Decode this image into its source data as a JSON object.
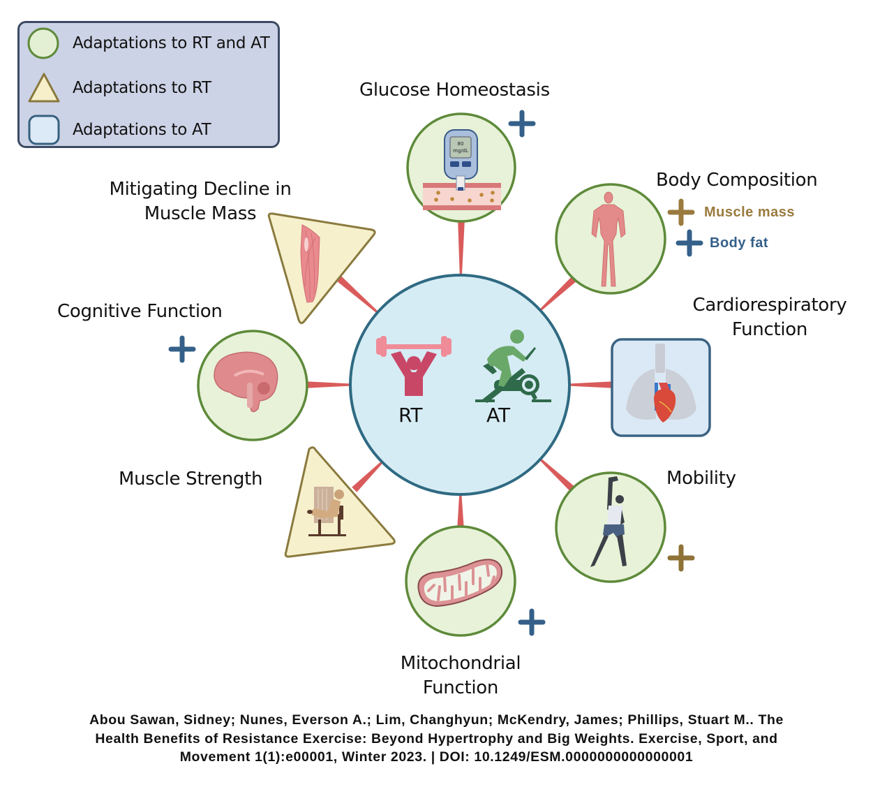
{
  "legend": {
    "items": [
      {
        "shape": "circle",
        "label": "Adaptations to RT and AT",
        "fill": "#e4f0d4",
        "stroke": "#5e8a3a"
      },
      {
        "shape": "triangle",
        "label": "Adaptations to RT",
        "fill": "#f6efca",
        "stroke": "#8a7a3e"
      },
      {
        "shape": "rounded-square",
        "label": "Adaptations to AT",
        "fill": "#dce9f6",
        "stroke": "#37607f"
      }
    ]
  },
  "center": {
    "rt_label": "RT",
    "at_label": "AT",
    "rt_icon": "weightlifter-icon",
    "at_icon": "stationary-bike-icon"
  },
  "nodes": [
    {
      "id": "glucose",
      "title": "Glucose Homeostasis",
      "shape": "circle",
      "icon": "glucometer-icon",
      "meter_value": "80",
      "meter_unit": "mg/dL",
      "indicators": [
        {
          "type": "plus",
          "color": "#346089"
        }
      ]
    },
    {
      "id": "body-composition",
      "title": "Body Composition",
      "shape": "circle",
      "icon": "muscular-body-icon",
      "indicators": [
        {
          "type": "plus",
          "color": "#9a7a3e",
          "label": "Muscle mass"
        },
        {
          "type": "plus",
          "color": "#346089",
          "label": "Body fat"
        }
      ]
    },
    {
      "id": "cardio",
      "title_line1": "Cardiorespiratory",
      "title_line2": "Function",
      "shape": "rounded-square",
      "icon": "heart-lungs-icon",
      "indicators": []
    },
    {
      "id": "mobility",
      "title": "Mobility",
      "shape": "circle",
      "icon": "stretching-woman-icon",
      "indicators": [
        {
          "type": "plus",
          "color": "#8e7236"
        }
      ]
    },
    {
      "id": "mitochondrial",
      "title_line1": "Mitochondrial",
      "title_line2": "Function",
      "shape": "circle",
      "icon": "mitochondrion-icon",
      "indicators": [
        {
          "type": "plus",
          "color": "#346089"
        }
      ]
    },
    {
      "id": "strength",
      "title": "Muscle Strength",
      "shape": "triangle",
      "icon": "leg-extension-machine-icon",
      "indicators": []
    },
    {
      "id": "cognitive",
      "title": "Cognitive Function",
      "shape": "circle",
      "icon": "brain-icon",
      "indicators": [
        {
          "type": "plus",
          "color": "#346089"
        }
      ]
    },
    {
      "id": "muscle-mass",
      "title_line1": "Mitigating Decline in",
      "title_line2": "Muscle Mass",
      "shape": "triangle",
      "icon": "thigh-muscle-icon",
      "indicators": []
    }
  ],
  "colors": {
    "spoke": "#d95b5b",
    "center_fill": "#d6ecf4",
    "center_stroke": "#2f6a82",
    "circle_fill": "#e7f2d8",
    "circle_stroke": "#5e8a3a",
    "triangle_fill": "#f6f0cd",
    "triangle_stroke": "#8a7a3e",
    "square_fill": "#dbe9f6",
    "square_stroke": "#3a6282",
    "plus_blue": "#346089",
    "plus_gold": "#957638"
  },
  "citation": {
    "line1": "Abou Sawan, Sidney; Nunes, Everson A.; Lim, Changhyun; McKendry, James; Phillips, Stuart M.. The",
    "line2": "Health Benefits of Resistance Exercise: Beyond Hypertrophy and Big Weights. Exercise, Sport, and",
    "line3": "Movement 1(1):e00001, Winter 2023. | DOI: 10.1249/ESM.0000000000000001"
  }
}
